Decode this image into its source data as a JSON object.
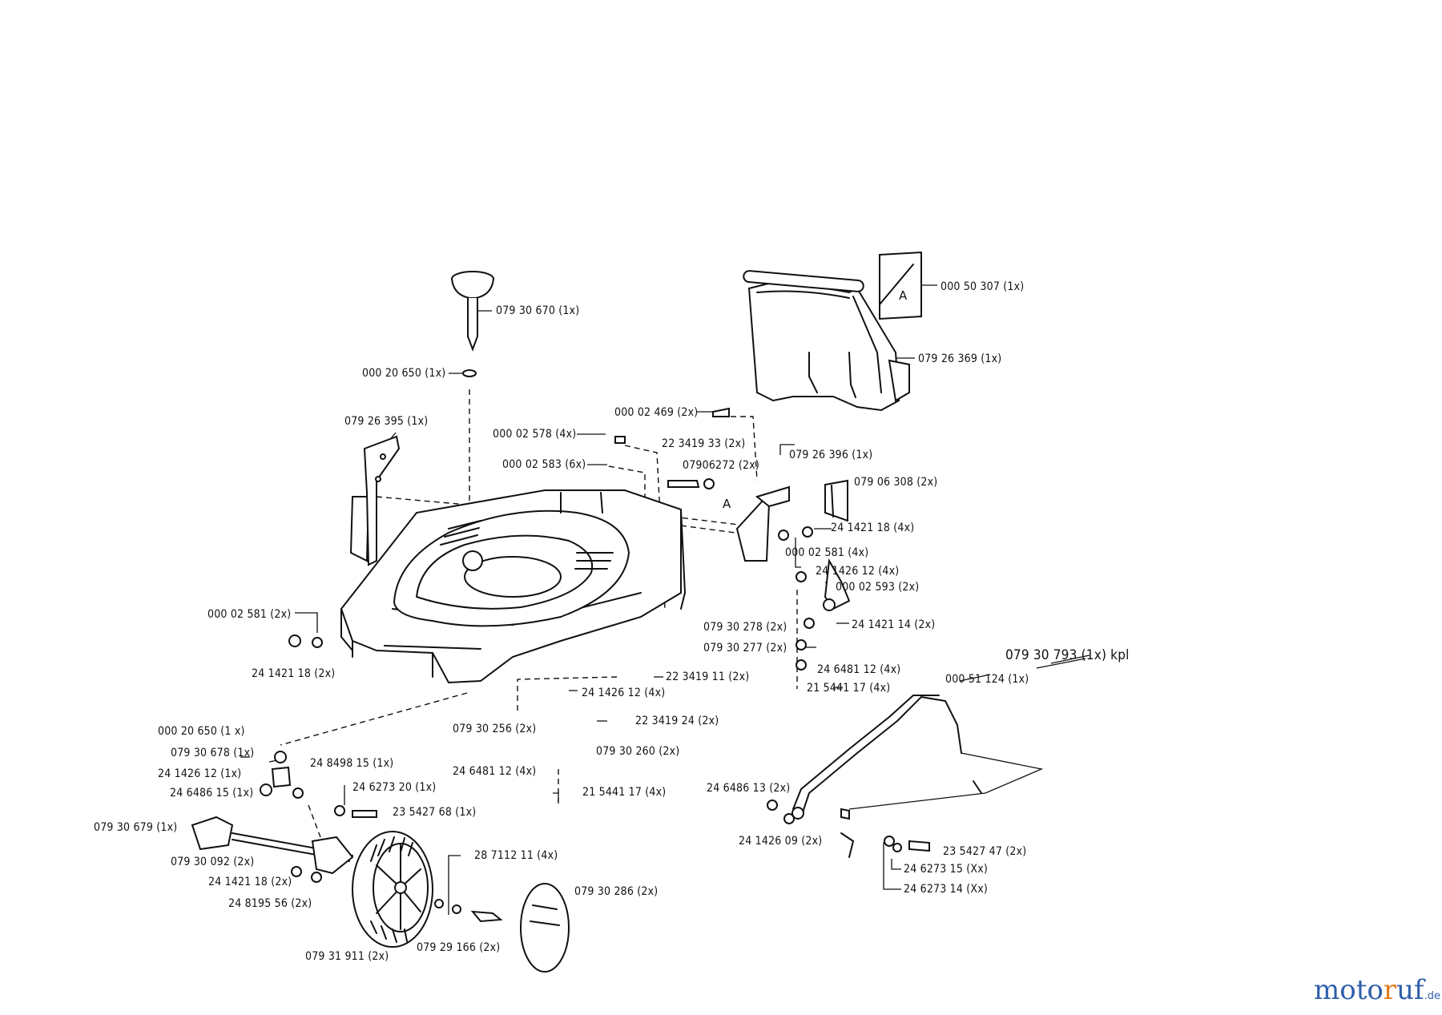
{
  "labels": {
    "p01": "079 30 670  (1x)",
    "p02": "000 20 650  (1x)",
    "p03": "079 26 395  (1x)",
    "p04": "000 02 578  (4x)",
    "p05": "000 02 583   (6x)",
    "p06": "000 02 469  (2x)",
    "p07": "22 3419 33 (2x)",
    "p08": "07906272 (2x)",
    "p09": "079 26 396  (1x)",
    "p10": "079 06 308  (2x)",
    "p11": "000 50 307  (1x)",
    "p12": "079 26 369  (1x)",
    "p13": "24 1421 18  (4x)",
    "p14": "000 02 581  (4x)",
    "p15": "24 1426 12  (4x)",
    "p16": "000 02 593  (2x)",
    "p17": "24 1421 14  (2x)",
    "p18": "079 30 278  (2x)",
    "p19": "079 30 277  (2x)",
    "p20": "24 6481 12  (4x)",
    "p21": "21 5441 17  (4x)",
    "p22": "000 02 581  (2x)",
    "p23": "24 1421 18  (2x)",
    "p24": "22 3419 11  (2x)",
    "p25": "24 1426 12  (4x)",
    "p26": "22 3419 24  (2x)",
    "p27": "079 30 256  (2x)",
    "p28": "079 30 260  (2x)",
    "p29": "24 6481 12  (4x)",
    "p30": "21 5441 17  (4x)",
    "p31": "000 20 650  (1 x)",
    "p32": "079 30 678  (1x)",
    "p33": "24 8498 15  (1x)",
    "p34": "24 1426 12  (1x)",
    "p35": "24 6486 15  (1x)",
    "p36": "24 6273 20  (1x)",
    "p37": "23 5427 68  (1x)",
    "p38": "079 30 679  (1x)",
    "p39": "079 30 092  (2x)",
    "p40": "24 1421 18  (2x)",
    "p41": "24 8195 56  (2x)",
    "p42": "28 7112 11  (4x)",
    "p43": "079 30 286  (2x)",
    "p44": "079 29 166  (2x)",
    "p45": "079 31 911  (2x)",
    "p46": "079 30 793  (1x)   kpl",
    "p47": "000 51 124  (1x)",
    "p48": "24 6486 13  (2x)",
    "p49": "24 1426 09  (2x)",
    "p50": "23 5427 47  (2x)",
    "p51": "24 6273 15  (Xx)",
    "p52": "24 6273 14  (Xx)"
  },
  "marks": {
    "a_upper": "A",
    "a_lower": "A"
  },
  "logo": {
    "part1": "moto",
    "part2": "r",
    "part3": "uf",
    "tld": ".de"
  }
}
